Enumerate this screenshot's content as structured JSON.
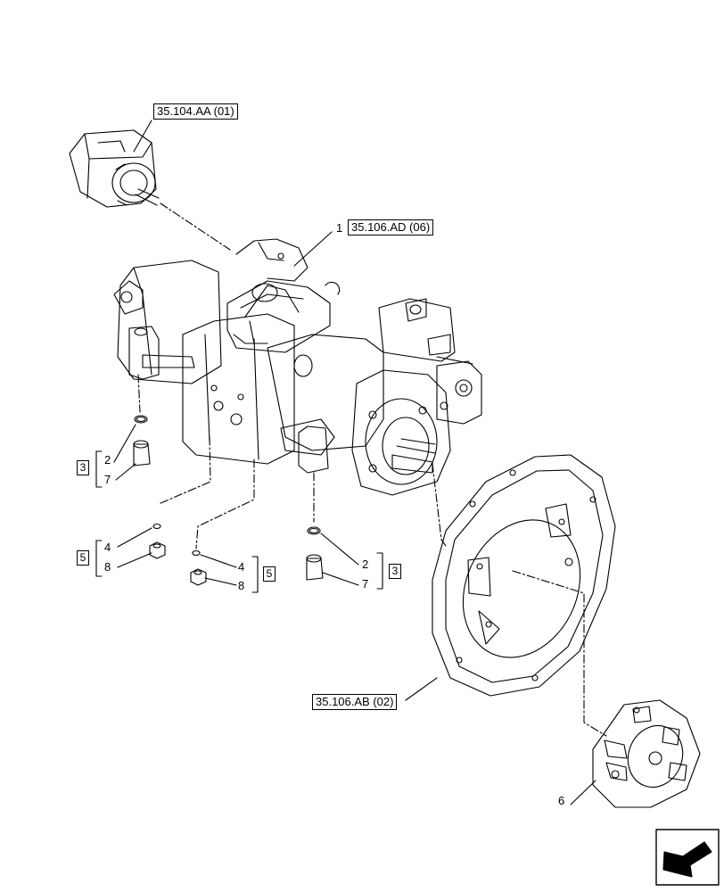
{
  "diagram": {
    "references": {
      "charge_pump": "35.104.AA (01)",
      "regulator": "35.106.AD (06)",
      "flywheel_housing": "35.106.AB (02)"
    },
    "callouts": {
      "item_1": "1",
      "item_6": "6",
      "group_left_upper": {
        "box": "3",
        "a": "2",
        "b": "7"
      },
      "group_left_lower": {
        "box": "5",
        "a": "4",
        "b": "8"
      },
      "group_mid": {
        "box": "5",
        "a": "4",
        "b": "8"
      },
      "group_right": {
        "box": "3",
        "a": "2",
        "b": "7"
      }
    },
    "icons": {
      "nav": "navigation-arrow-icon"
    }
  }
}
